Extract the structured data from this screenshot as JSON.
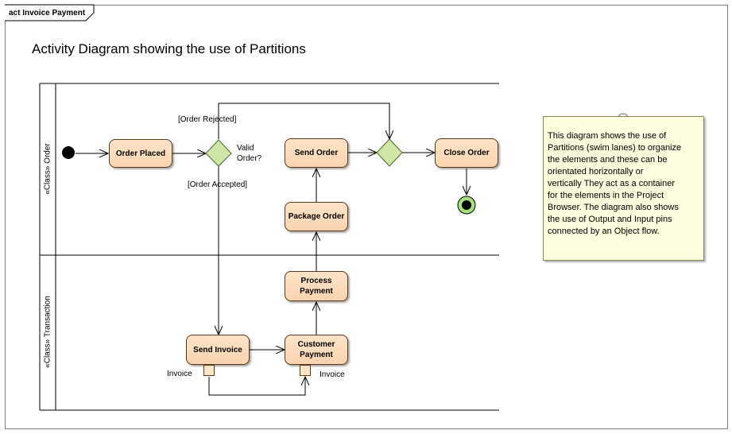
{
  "frame": {
    "tab_label": "act Invoice Payment"
  },
  "diagram": {
    "title": "Activity Diagram showing the use of Partitions"
  },
  "lanes": [
    {
      "label": "«Class» Order"
    },
    {
      "label": "«Class» Transaction"
    }
  ],
  "nodes": {
    "order_placed": "Order Placed",
    "send_order": "Send Order",
    "close_order": "Close Order",
    "package_order": "Package Order",
    "process_payment": "Process\nPayment",
    "send_invoice": "Send Invoice",
    "customer_payment": "Customer\nPayment"
  },
  "decision": {
    "question": "Valid\nOrder?"
  },
  "guards": {
    "rejected": "[Order Rejected]",
    "accepted": "[Order Accepted]"
  },
  "pins": {
    "output_label": "Invoice",
    "input_label": "Invoice"
  },
  "note": {
    "text": "This diagram shows the use of\nPartitions (swim lanes) to organize\nthe elements and these can be\norientated horizontally or\nvertically  They act as a container\nfor the elements in the Project\nBrowser. The diagram also shows\nthe use of Output and Input pins\nconnected by an Object flow."
  },
  "colors": {
    "action_fill": "#fde3c8",
    "decision_fill": "#cfe6a8",
    "note_fill": "#fdfde0",
    "final_fill": "#a6e07a"
  }
}
